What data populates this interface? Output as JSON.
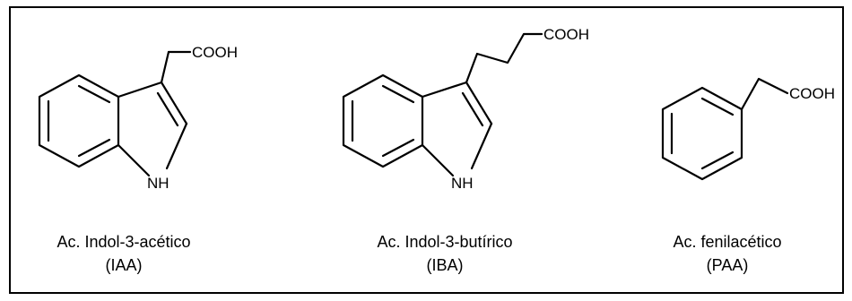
{
  "molecules": [
    {
      "name": "Ac. Indol-3-acético",
      "abbr": "(IAA)",
      "group_label": "COOH",
      "nh_label": "NH"
    },
    {
      "name": "Ac. Indol-3-butírico",
      "abbr": "(IBA)",
      "group_label": "COOH",
      "nh_label": "NH"
    },
    {
      "name": "Ac. fenilacético",
      "abbr": "(PAA)",
      "group_label": "COOH"
    }
  ]
}
